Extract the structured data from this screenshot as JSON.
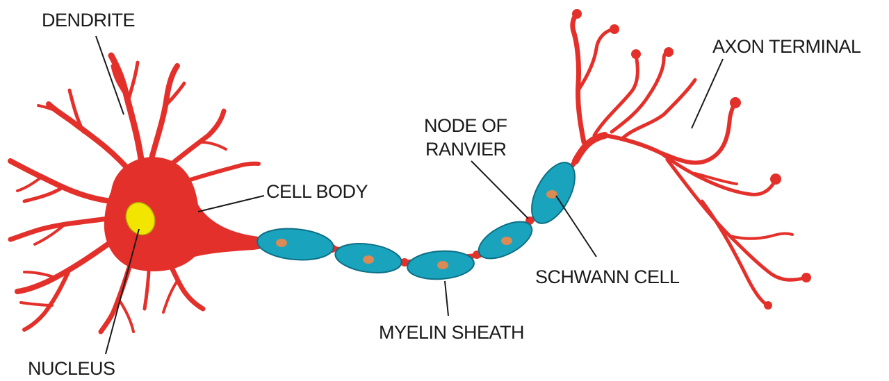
{
  "colors": {
    "neuron": "#e4302a",
    "myelin": "#1aa3bd",
    "myelin_outline": "#0d6f85",
    "schwann_nucleus": "#d98a55",
    "cell_nucleus": "#f2e600",
    "leader_line": "#1a1a1a"
  },
  "labels": {
    "dendrite": "DENDRITE",
    "cell_body": "CELL BODY",
    "nucleus": "NUCLEUS",
    "node_of_ranvier_line1": "NODE OF",
    "node_of_ranvier_line2": "RANVIER",
    "myelin_sheath": "MYELIN SHEATH",
    "schwann_cell": "SCHWANN CELL",
    "axon_terminal": "AXON TERMINAL"
  }
}
